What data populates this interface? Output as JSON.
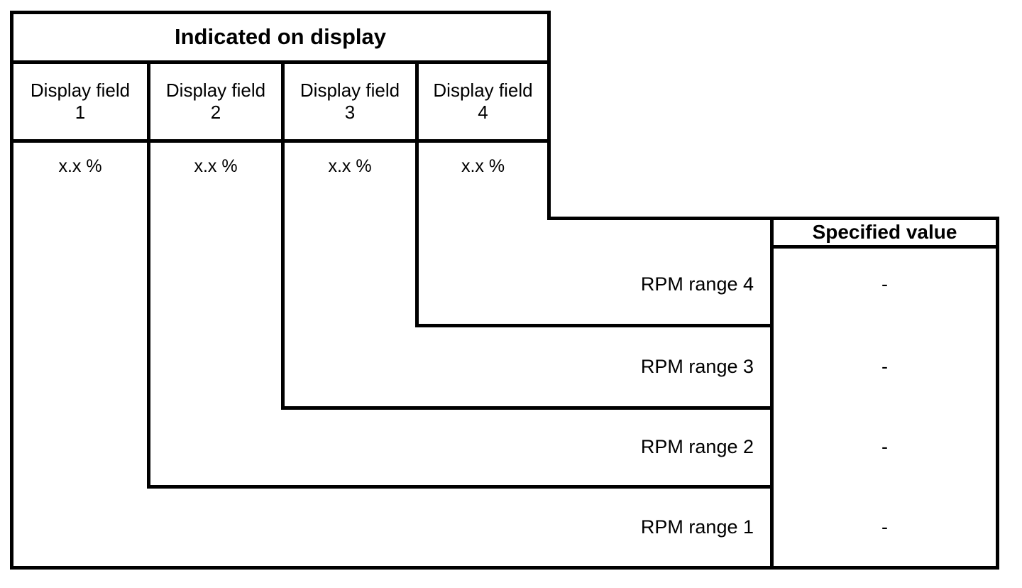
{
  "diagram": {
    "type": "staircase-table",
    "display_group": {
      "title": "Indicated on display",
      "columns": [
        {
          "label": "Display field\n1",
          "value": "x.x %"
        },
        {
          "label": "Display field\n2",
          "value": "x.x %"
        },
        {
          "label": "Display field\n3",
          "value": "x.x %"
        },
        {
          "label": "Display field\n4",
          "value": "x.x %"
        }
      ]
    },
    "spec_group": {
      "header": "Specified value",
      "rows": [
        {
          "range_label": "RPM range 4",
          "specified_value": "-"
        },
        {
          "range_label": "RPM range 3",
          "specified_value": "-"
        },
        {
          "range_label": "RPM range 2",
          "specified_value": "-"
        },
        {
          "range_label": "RPM range 1",
          "specified_value": "-"
        }
      ]
    },
    "colors": {
      "line": "#000000",
      "background": "#ffffff",
      "text": "#000000"
    }
  }
}
